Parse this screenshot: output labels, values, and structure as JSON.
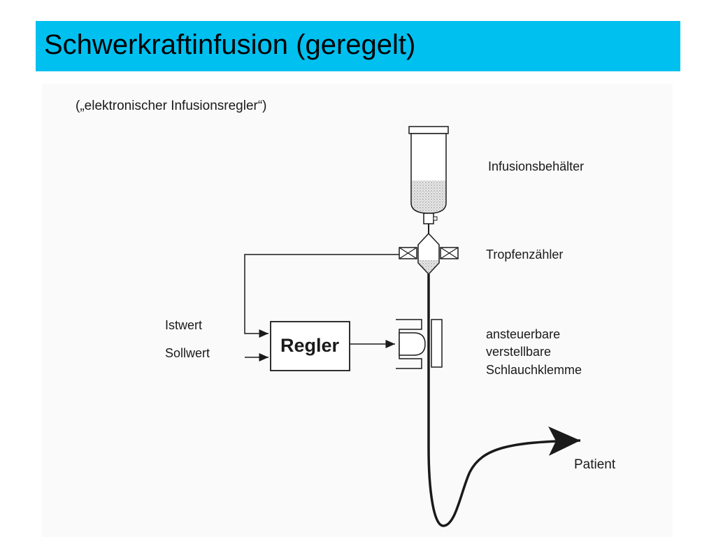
{
  "title": "Schwerkraftinfusion (geregelt)",
  "subtitle": "(„elektronischer Infusionsregler“)",
  "labels": {
    "container": "Infusionsbehälter",
    "drop_counter": "Tropfenzähler",
    "clamp_line1": "ansteuerbare",
    "clamp_line2": "verstellbare",
    "clamp_line3": "Schlauchklemme",
    "actual_value": "Istwert",
    "set_value": "Sollwert",
    "controller": "Regler",
    "patient": "Patient"
  },
  "colors": {
    "title_bar": "#00c0f0",
    "line": "#1a1a1a"
  }
}
